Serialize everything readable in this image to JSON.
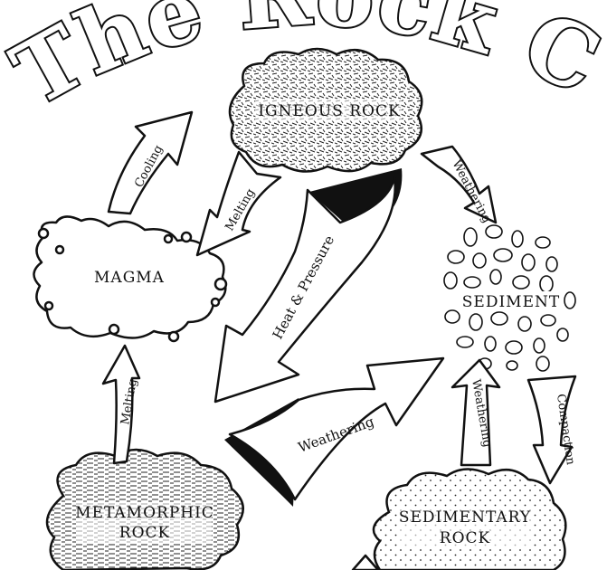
{
  "title": "The Rock Cycle",
  "nodes": {
    "igneous": "IGNEOUS ROCK",
    "magma": "MAGMA",
    "sediment": "SEDIMENT",
    "metamorphic_line1": "METAMORPHIC",
    "metamorphic_line2": "ROCK",
    "sedimentary_line1": "SEDIMENTARY",
    "sedimentary_line2": "ROCK"
  },
  "arrows": {
    "cooling": "Cooling",
    "melting_top": "Melting",
    "weathering_top": "Weathering",
    "heat_pressure": "Heat & Pressure",
    "weathering_middle": "Weathering",
    "melting_left": "Melting",
    "weathering_right": "Weathering",
    "compaction": "Compaction"
  }
}
